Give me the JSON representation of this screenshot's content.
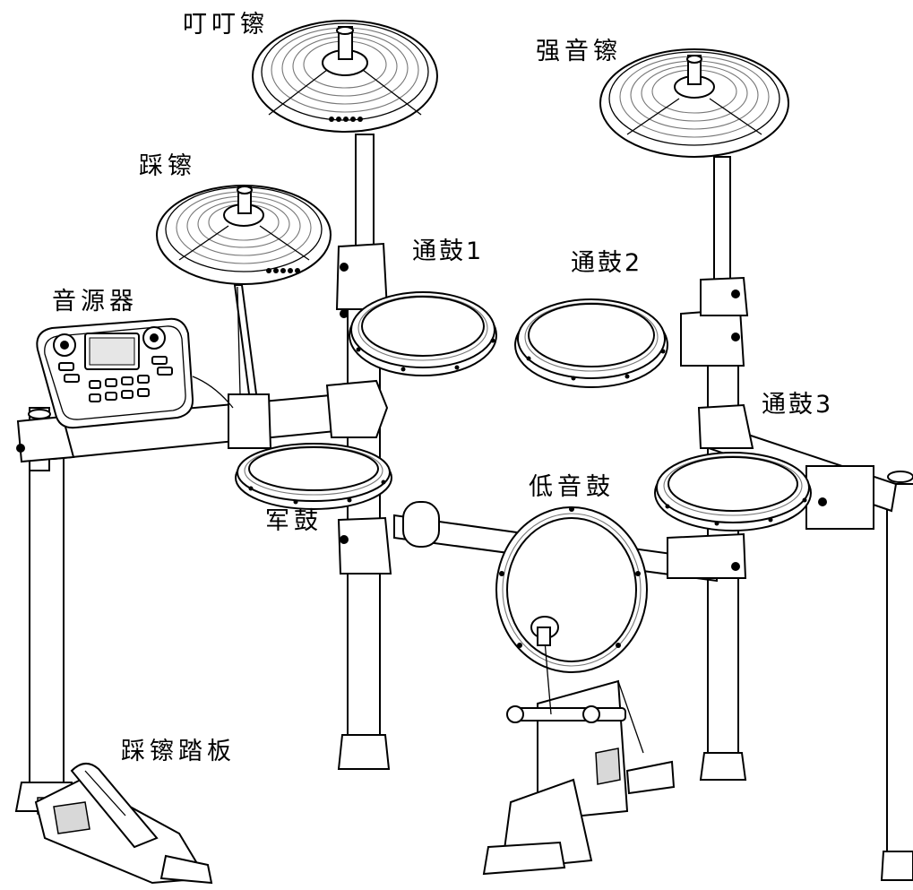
{
  "labels": {
    "ride_cymbal": "叮叮镲",
    "crash_cymbal": "强音镲",
    "hihat_cymbal": "踩镲",
    "module": "音源器",
    "tom1": "通鼓1",
    "tom2": "通鼓2",
    "tom3": "通鼓3",
    "snare": "军鼓",
    "kick": "低音鼓",
    "hihat_pedal": "踩镲踏板"
  }
}
